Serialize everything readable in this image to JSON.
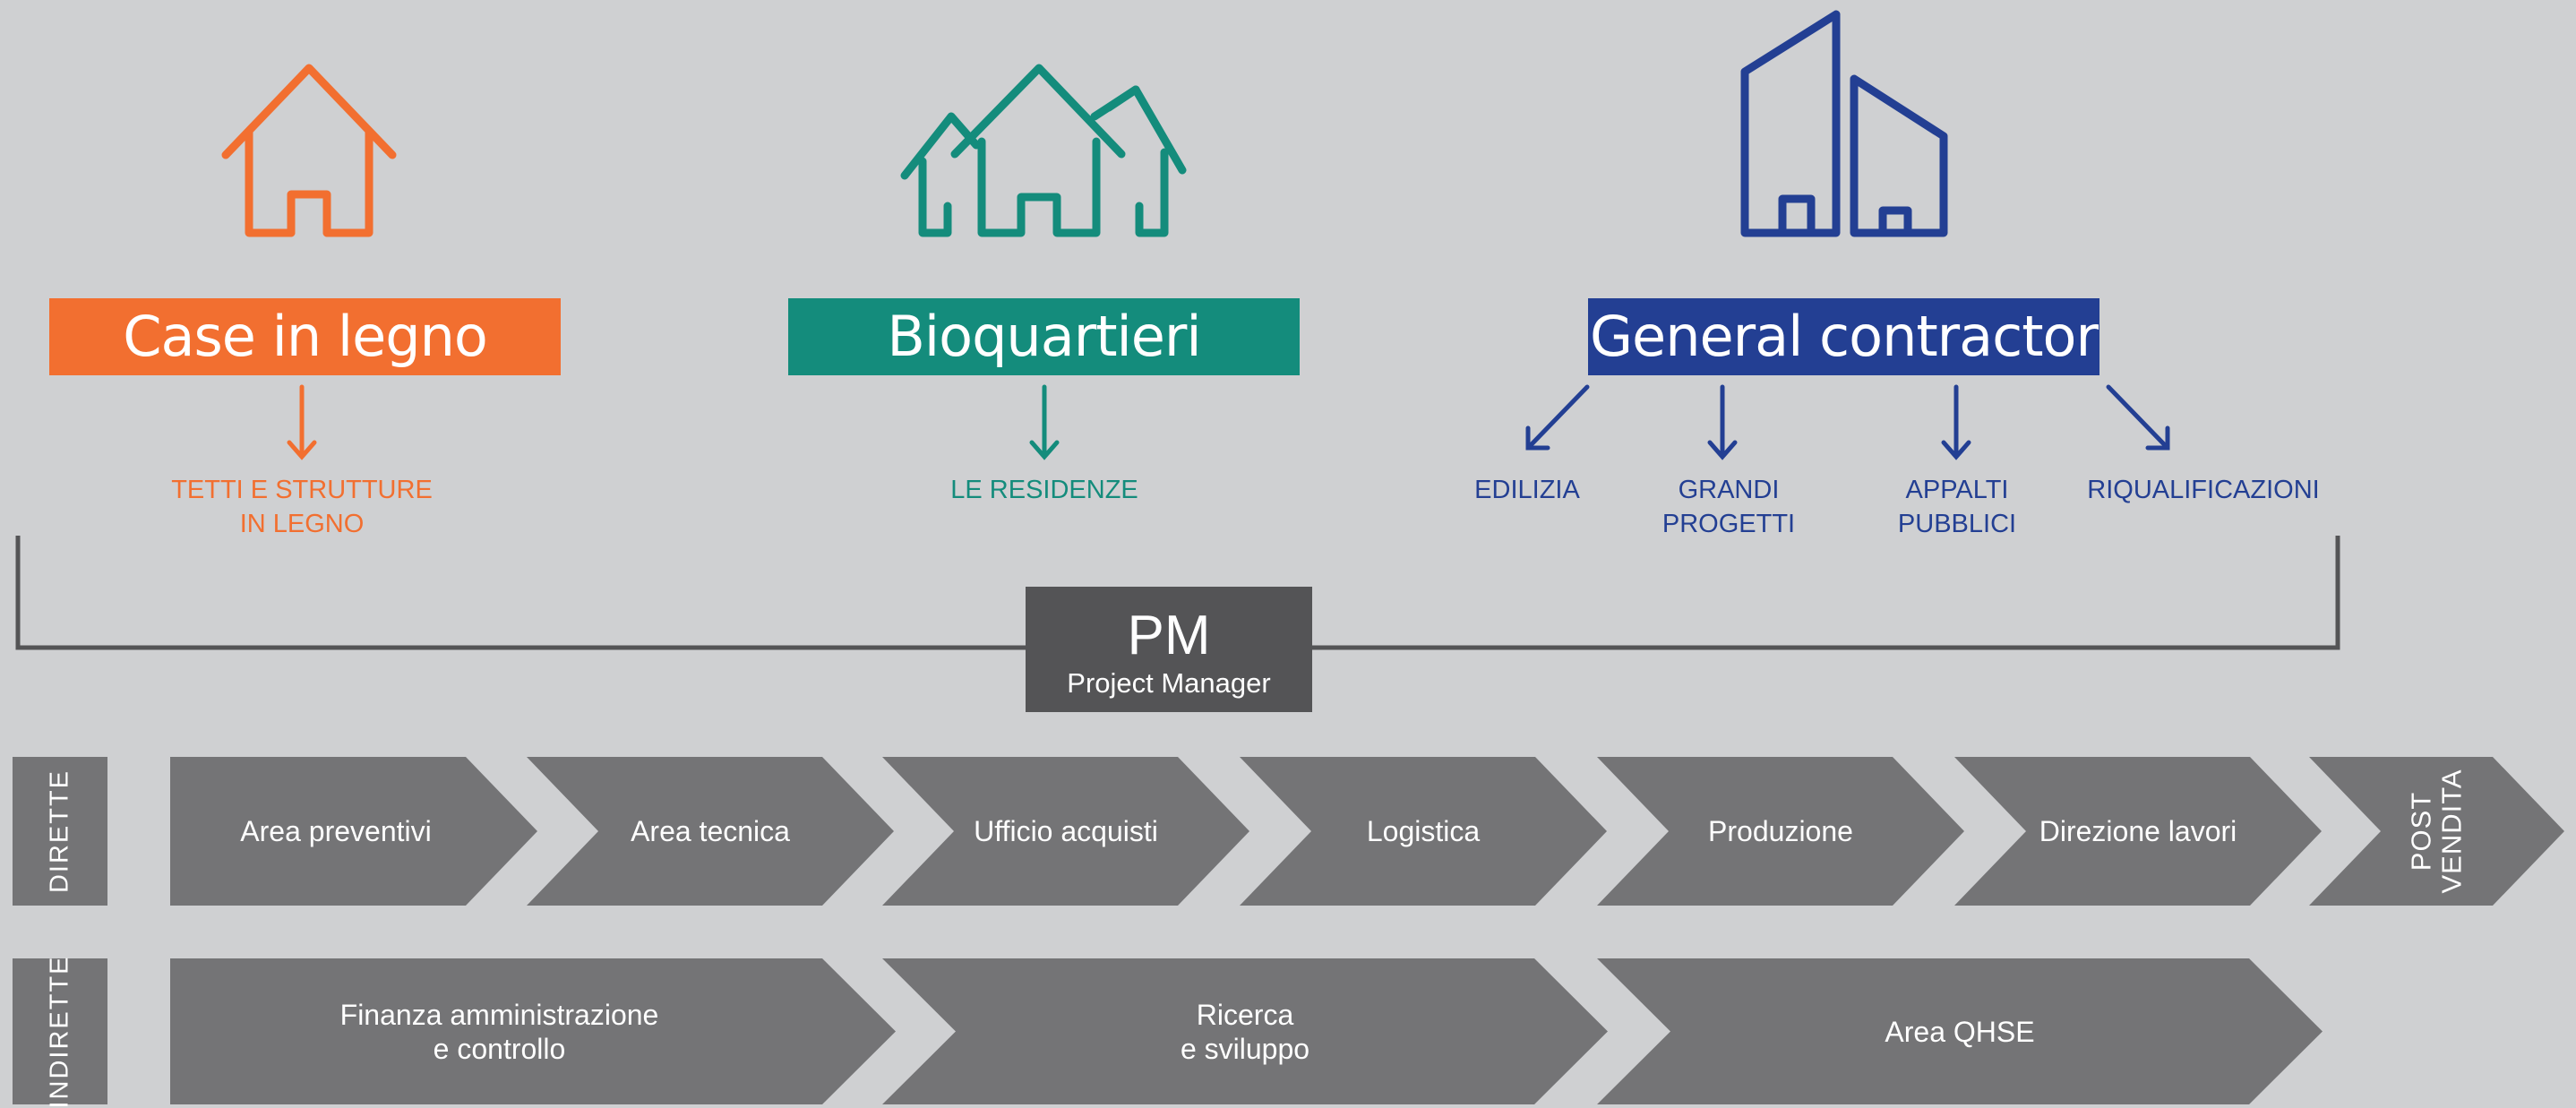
{
  "sections": [
    {
      "title": "Case in legno",
      "color": "#f26f30",
      "icon": "wooden-house-icon",
      "items": [
        "TETTI E STRUTTURE\nIN LEGNO"
      ]
    },
    {
      "title": "Bioquartieri",
      "color": "#148c7c",
      "icon": "neighborhood-houses-icon",
      "items": [
        "LE RESIDENZE"
      ]
    },
    {
      "title": "General contractor",
      "color": "#233f93",
      "icon": "buildings-icon",
      "items": [
        "EDILIZIA",
        "GRANDI\nPROGETTI",
        "APPALTI\nPUBBLICI",
        "RIQUALIFICAZIONI"
      ]
    }
  ],
  "pm": {
    "abbr": "PM",
    "label": "Project Manager"
  },
  "rows": {
    "direct": {
      "label": "DIRETTE",
      "steps": [
        "Area preventivi",
        "Area tecnica",
        "Ufficio acquisti",
        "Logistica",
        "Produzione",
        "Direzione lavori",
        "POST\nVENDITA"
      ]
    },
    "indirect": {
      "label": "INDIRETTE",
      "steps": [
        "Finanza amministrazione\ne controllo",
        "Ricerca\ne sviluppo",
        "Area QHSE"
      ]
    }
  },
  "colors": {
    "background": "#cfd0d2",
    "block": "#747476",
    "pm": "#545456",
    "line": "#545456"
  }
}
